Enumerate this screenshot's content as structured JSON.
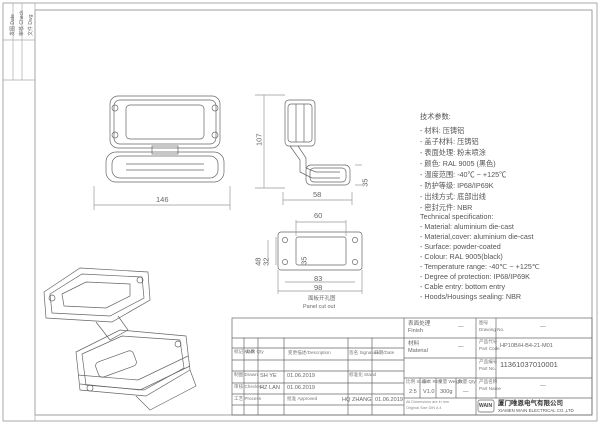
{
  "margin_left": {
    "top_text": "发图 Date",
    "second_text": "审核 Check",
    "third_text": "文件 Dwg"
  },
  "spec_cn": {
    "heading": "技术参数:",
    "items": [
      "- 材料: 压铸铝",
      "- 盖子材料: 压铸铝",
      "- 表面处理: 粉末喷涂",
      "- 颜色: RAL 9005 (黑色)",
      "- 温度范围: -40℃ ~ +125℃",
      "- 防护等级: IP68/IP69K",
      "- 出线方式: 底部出线",
      "- 密封元件: NBR"
    ]
  },
  "spec_en": {
    "heading": "Technical specification:",
    "items": [
      "- Material: aluminium die-cast",
      "- Material,cover: aluminium die-cast",
      "- Surface: powder-coated",
      "- Colour: RAL 9005(black)",
      "- Temperature range: -40℃ ~ +125℃",
      "- Degree of protection: IP68/IP69K",
      "- Cable entry: bottom entry",
      "- Hoods/Housings sealing: NBR"
    ]
  },
  "dimensions": {
    "width_146": "146",
    "height_107": "107",
    "depth_58": "58",
    "panel_60": "60",
    "panel_48": "48",
    "panel_35": "35",
    "panel_83": "83",
    "panel_98": "98",
    "side_35": "35"
  },
  "panel_caption": {
    "cn": "面板开孔图",
    "en": "Panel cut out"
  },
  "title_block": {
    "finish_label_cn": "表面处理",
    "finish_label_en": "Finish",
    "finish_value": "—",
    "material_label_cn": "材料",
    "material_label_en": "Material",
    "material_value": "—",
    "drawing_no_label_cn": "图号",
    "drawing_no_label_en": "Drawing No.",
    "drawing_no_value": "—",
    "part_code_label_cn": "产品代号",
    "part_code_label_en": "Part Code",
    "part_code_value": "HP10B/H-B4-21-M01",
    "part_no_label_cn": "产品编号",
    "part_no_label_en": "Part No.",
    "part_no_value": "11361037010001",
    "part_name_label_cn": "产品名称",
    "part_name_label_en": "Part Name",
    "part_name_value": "—",
    "col_mark": "标记 Mark",
    "col_qty": "处数 Qty",
    "col_desc": "变更描述/Description",
    "col_sign": "签名 Signature",
    "col_date": "日期/Date",
    "drawn_label": "制图 Drawn",
    "drawn_name": "SH YE",
    "drawn_date": "01.06.2019",
    "checked_label": "审核 Checked",
    "checked_name": "HZ LAN",
    "checked_date": "01.06.2019",
    "process_label": "工艺 Process",
    "approved_label": "批准 Approved",
    "approved_name": "HQ ZHANG",
    "approved_date": "01.06.2019",
    "stand_label": "标准化 Stand",
    "scale_label": "比例 Scale",
    "scale_value": "2:5",
    "rev_label": "版本 REV",
    "rev_value": "V1.0",
    "weight_label": "重量 Weight",
    "weight_value": "300g",
    "qty_label": "数量 Qty",
    "qty_value": "—",
    "note1": "All Dimensions are in mm",
    "note2": "Original Size DIN A 4",
    "company_cn": "厦门唯恩电气有限公司",
    "company_en": "XIAMEN WAIN ELECTRICAL CO.,LTD",
    "logo_text": "WAIN"
  }
}
